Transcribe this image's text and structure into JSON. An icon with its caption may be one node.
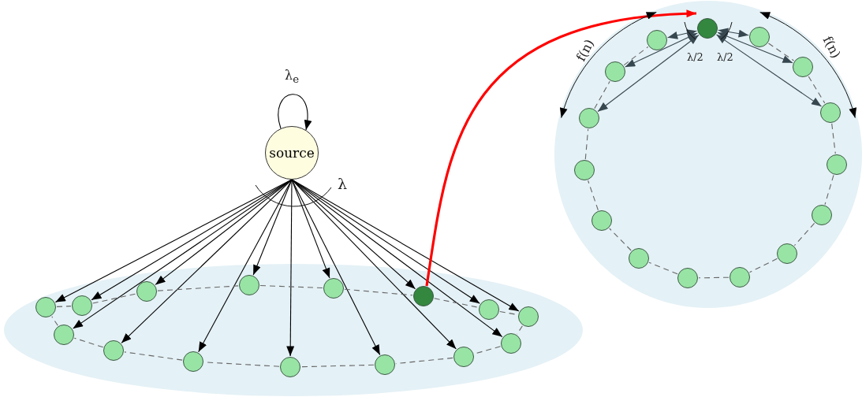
{
  "diagram": {
    "nodes": [
      {
        "text": [
          "source"
        ]
      },
      {
        "text": [],
        "shape": "ellipse"
      },
      {
        "text": [],
        "shape": "circle",
        "in": 1
      },
      {
        "text": [],
        "shape": "circle",
        "in": 1
      },
      {
        "text": [],
        "shape": "circle",
        "in": 1
      },
      {
        "text": [],
        "shape": "circle",
        "in": 1
      },
      {
        "text": [],
        "shape": "circle",
        "in": 1
      },
      {
        "text": [],
        "shape": "circle",
        "in": 1
      },
      {
        "text": [],
        "shape": "circle",
        "in": 1
      },
      {
        "text": [],
        "shape": "circle",
        "in": 1
      },
      {
        "text": [],
        "shape": "circle",
        "in": 1
      },
      {
        "text": [],
        "shape": "circle",
        "in": 1
      },
      {
        "text": [],
        "shape": "circle",
        "in": 1
      },
      {
        "text": [],
        "shape": "circle",
        "in": 1
      },
      {
        "text": [],
        "shape": "circle",
        "in": 1
      },
      {
        "text": [],
        "shape": "circle",
        "in": 1
      },
      {
        "text": [],
        "shape": "circle",
        "in": 1
      },
      {
        "text": [],
        "shape": "circle"
      },
      {
        "text": [],
        "shape": "circle",
        "in": 17
      },
      {
        "text": [],
        "shape": "circle",
        "in": 17
      },
      {
        "text": [],
        "shape": "circle",
        "in": 17
      },
      {
        "text": [],
        "shape": "circle",
        "in": 17
      },
      {
        "text": [],
        "shape": "circle",
        "in": 17
      },
      {
        "text": [],
        "shape": "circle",
        "in": 17
      },
      {
        "text": [],
        "shape": "circle",
        "in": 17
      },
      {
        "text": [],
        "shape": "circle",
        "in": 17
      },
      {
        "text": [],
        "shape": "circle",
        "in": 17
      },
      {
        "text": [],
        "shape": "circle",
        "in": 17
      },
      {
        "text": [],
        "shape": "circle",
        "in": 17
      },
      {
        "text": [],
        "shape": "circle",
        "in": 17
      },
      {
        "text": [],
        "shape": "circle",
        "in": 17
      },
      {
        "text": [],
        "shape": "circle",
        "in": 17
      },
      {
        "text": [],
        "shape": "circle",
        "in": 17
      }
    ],
    "edges": [
      {
        "from": 0,
        "to": 0,
        "arrow": "to",
        "label": "λ$_{e}$",
        "color": "#000000"
      },
      {
        "from": 0,
        "to": 2,
        "arrow": "to",
        "color": "#000000"
      },
      {
        "from": 0,
        "to": 3,
        "arrow": "to",
        "color": "#000000"
      },
      {
        "from": 0,
        "to": 4,
        "arrow": "to",
        "color": "#000000"
      },
      {
        "from": 0,
        "to": 5,
        "arrow": "to",
        "color": "#000000"
      },
      {
        "from": 0,
        "to": 6,
        "arrow": "to",
        "color": "#000000"
      },
      {
        "from": 0,
        "to": 7,
        "arrow": "to",
        "color": "#000000"
      },
      {
        "from": 0,
        "to": 8,
        "arrow": "to",
        "color": "#000000"
      },
      {
        "from": 0,
        "to": 9,
        "arrow": "to",
        "color": "#000000"
      },
      {
        "from": 0,
        "to": 10,
        "arrow": "to",
        "color": "#000000"
      },
      {
        "from": 0,
        "to": 11,
        "arrow": "to",
        "color": "#000000"
      },
      {
        "from": 0,
        "to": 12,
        "arrow": "to",
        "color": "#000000"
      },
      {
        "from": 0,
        "to": 13,
        "arrow": "to",
        "color": "#000000"
      },
      {
        "from": 0,
        "to": 14,
        "arrow": "to",
        "color": "#000000"
      },
      {
        "from": 0,
        "to": 15,
        "arrow": "to",
        "color": "#000000"
      },
      {
        "from": 0,
        "to": 16,
        "arrow": "to",
        "color": "#000000"
      },
      {
        "from": 2,
        "to": 3,
        "arrow": "none",
        "style": "dashed"
      },
      {
        "from": 3,
        "to": 4,
        "arrow": "none",
        "style": "dashed"
      },
      {
        "from": 4,
        "to": 5,
        "arrow": "none",
        "style": "dashed"
      },
      {
        "from": 5,
        "to": 6,
        "arrow": "none",
        "style": "dashed"
      },
      {
        "from": 6,
        "to": 7,
        "arrow": "none",
        "style": "dashed"
      },
      {
        "from": 7,
        "to": 8,
        "arrow": "none",
        "style": "dashed"
      },
      {
        "from": 8,
        "to": 9,
        "arrow": "none",
        "style": "dashed"
      },
      {
        "from": 9,
        "to": 10,
        "arrow": "none",
        "style": "dashed"
      },
      {
        "from": 10,
        "to": 11,
        "arrow": "none",
        "style": "dashed"
      },
      {
        "from": 11,
        "to": 12,
        "arrow": "none",
        "style": "dashed"
      },
      {
        "from": 12,
        "to": 13,
        "arrow": "none",
        "style": "dashed"
      },
      {
        "from": 13,
        "to": 14,
        "arrow": "none",
        "style": "dashed"
      },
      {
        "from": 14,
        "to": 15,
        "arrow": "none",
        "style": "dashed"
      },
      {
        "from": 15,
        "to": 16,
        "arrow": "none",
        "style": "dashed"
      },
      {
        "from": 16,
        "to": 2,
        "arrow": "none",
        "style": "dashed"
      },
      {
        "from": 6,
        "to": 18,
        "arrow": "to",
        "style": "thick",
        "color": "#ff0000"
      },
      {
        "from": 18,
        "to": 32,
        "arrow": "both",
        "color": "#37474f"
      },
      {
        "from": 18,
        "to": 19,
        "arrow": "both",
        "color": "#37474f"
      },
      {
        "from": 18,
        "to": 31,
        "arrow": "both",
        "color": "#37474f"
      },
      {
        "from": 18,
        "to": 20,
        "arrow": "both",
        "color": "#37474f"
      },
      {
        "from": 18,
        "to": 30,
        "arrow": "both",
        "color": "#37474f"
      },
      {
        "from": 18,
        "to": 21,
        "arrow": "both",
        "color": "#37474f"
      },
      {
        "from": 19,
        "to": 20,
        "arrow": "none",
        "style": "dashed"
      },
      {
        "from": 20,
        "to": 21,
        "arrow": "none",
        "style": "dashed"
      },
      {
        "from": 21,
        "to": 22,
        "arrow": "none",
        "style": "dashed"
      },
      {
        "from": 22,
        "to": 23,
        "arrow": "none",
        "style": "dashed"
      },
      {
        "from": 23,
        "to": 24,
        "arrow": "none",
        "style": "dashed"
      },
      {
        "from": 24,
        "to": 25,
        "arrow": "none",
        "style": "dashed"
      },
      {
        "from": 25,
        "to": 26,
        "arrow": "none",
        "style": "dashed"
      },
      {
        "from": 26,
        "to": 27,
        "arrow": "none",
        "style": "dashed"
      },
      {
        "from": 27,
        "to": 28,
        "arrow": "none",
        "style": "dashed"
      },
      {
        "from": 28,
        "to": 29,
        "arrow": "none",
        "style": "dashed"
      },
      {
        "from": 29,
        "to": 30,
        "arrow": "none",
        "style": "dashed"
      },
      {
        "from": 30,
        "to": 31,
        "arrow": "none",
        "style": "dashed"
      },
      {
        "from": 31,
        "to": 32,
        "arrow": "none",
        "style": "dashed"
      }
    ],
    "labels": [
      "f(n)",
      "λ/2",
      "λ/2",
      "f(n)",
      "λ"
    ]
  }
}
